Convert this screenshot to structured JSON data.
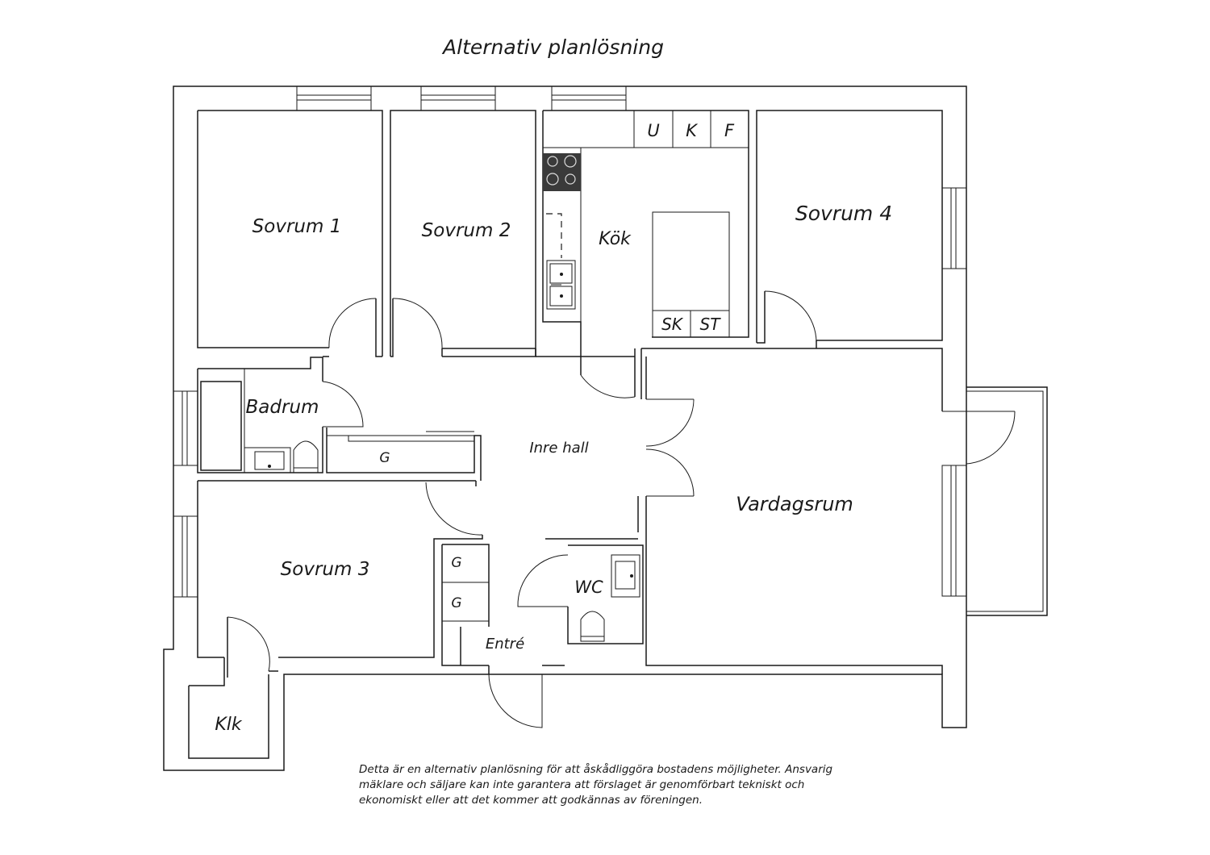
{
  "title": "Alternativ planlösning",
  "rooms": {
    "sovrum1": "Sovrum 1",
    "sovrum2": "Sovrum 2",
    "kok": "Kök",
    "sovrum4": "Sovrum 4",
    "badrum": "Badrum",
    "inre_hall": "Inre hall",
    "vardagsrum": "Vardagsrum",
    "sovrum3": "Sovrum 3",
    "wc": "WC",
    "entre": "Entré",
    "klk": "Klk"
  },
  "fixtures": {
    "u": "U",
    "k": "K",
    "f": "F",
    "sk": "SK",
    "st": "ST",
    "g_hall": "G",
    "g_entre_1": "G",
    "g_entre_2": "G"
  },
  "disclaimer": [
    "Detta är en alternativ planlösning för att åskådliggöra bostadens möjligheter. Ansvarig",
    "mäklare och säljare kan inte garantera att förslaget är genomförbart tekniskt och",
    "ekonomiskt eller att det kommer att godkännas av föreningen."
  ],
  "colors": {
    "ink": "#1a1a1a",
    "hob": "#3a3a3a",
    "background": "#ffffff"
  }
}
